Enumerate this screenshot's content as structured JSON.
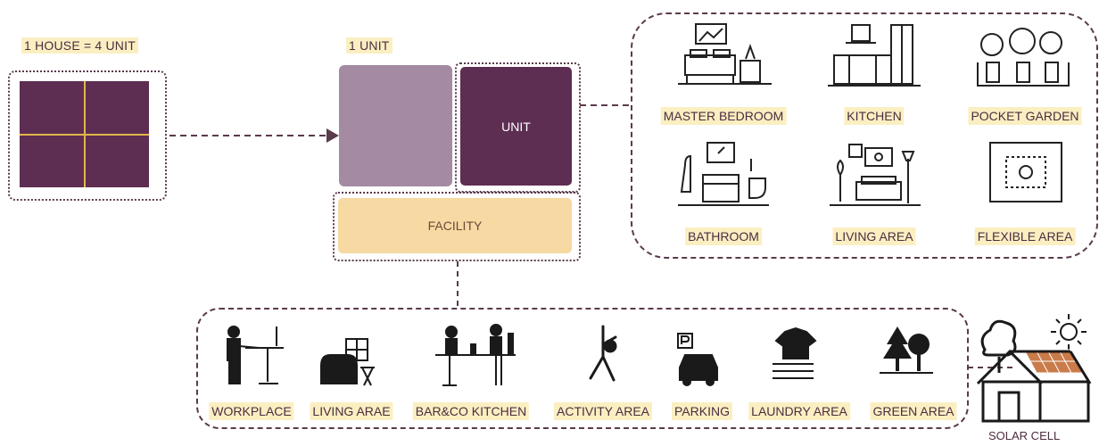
{
  "house": {
    "label": "1 HOUSE = 4 UNIT"
  },
  "unit_group": {
    "label": "1 UNIT",
    "unit": "UNIT",
    "facility": "FACILITY"
  },
  "unit_rooms": [
    {
      "icon": "bed-icon",
      "label": "MASTER BEDROOM"
    },
    {
      "icon": "kitchen-icon",
      "label": "KITCHEN"
    },
    {
      "icon": "plant-icon",
      "label": "POCKET GARDEN"
    },
    {
      "icon": "bathroom-icon",
      "label": "BATHROOM"
    },
    {
      "icon": "sofa-icon",
      "label": "LIVING AREA"
    },
    {
      "icon": "flexible-icon",
      "label": "FLEXIBLE AREA"
    }
  ],
  "facilities": [
    {
      "icon": "workplace-icon",
      "label": "WORKPLACE"
    },
    {
      "icon": "armchair-icon",
      "label": "LIVING ARAE"
    },
    {
      "icon": "bar-icon",
      "label": "BAR&CO KITCHEN"
    },
    {
      "icon": "activity-icon",
      "label": "ACTIVITY AREA"
    },
    {
      "icon": "parking-icon",
      "label": "PARKING"
    },
    {
      "icon": "laundry-icon",
      "label": "LAUNDRY AREA"
    },
    {
      "icon": "tree-icon",
      "label": "GREEN AREA"
    }
  ],
  "solar": {
    "label": "SOLAR CELL"
  },
  "colors": {
    "dark_purple": "#5e2d52",
    "light_purple": "#a48aa2",
    "facility": "#f6d9a3",
    "grid_line": "#e0b84a"
  }
}
